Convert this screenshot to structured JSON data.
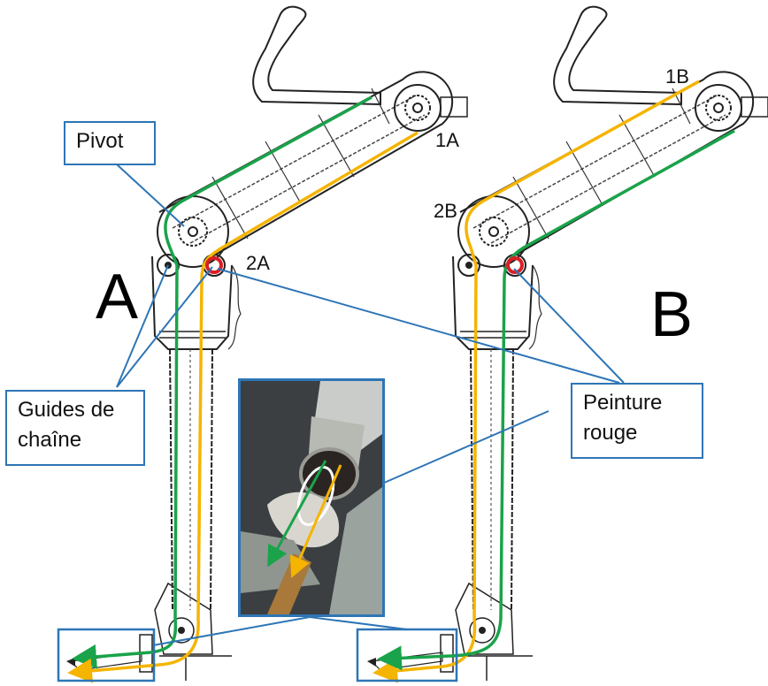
{
  "figure": {
    "panels": [
      {
        "id": "A",
        "label": "A",
        "sprocket_top_label": "1A",
        "guide_label": "2A"
      },
      {
        "id": "B",
        "label": "B",
        "sprocket_top_label": "1B",
        "guide_label": "2B"
      }
    ],
    "callouts": {
      "pivot": "Pivot",
      "chain_guides_line1": "Guides de",
      "chain_guides_line2": "chaîne",
      "red_paint_line1": "Peinture",
      "red_paint_line2": "rouge"
    },
    "colors": {
      "callout_border": "#2e75b6",
      "leader_line": "#2e75b6",
      "green_path": "#1aa34a",
      "yellow_path": "#f5b400",
      "red_paint": "#d81f26",
      "drawing_ink": "#222222"
    },
    "inset_photo": {
      "description": "photo of chain at guide with green and yellow arrows, white ellipse around red paint"
    }
  }
}
